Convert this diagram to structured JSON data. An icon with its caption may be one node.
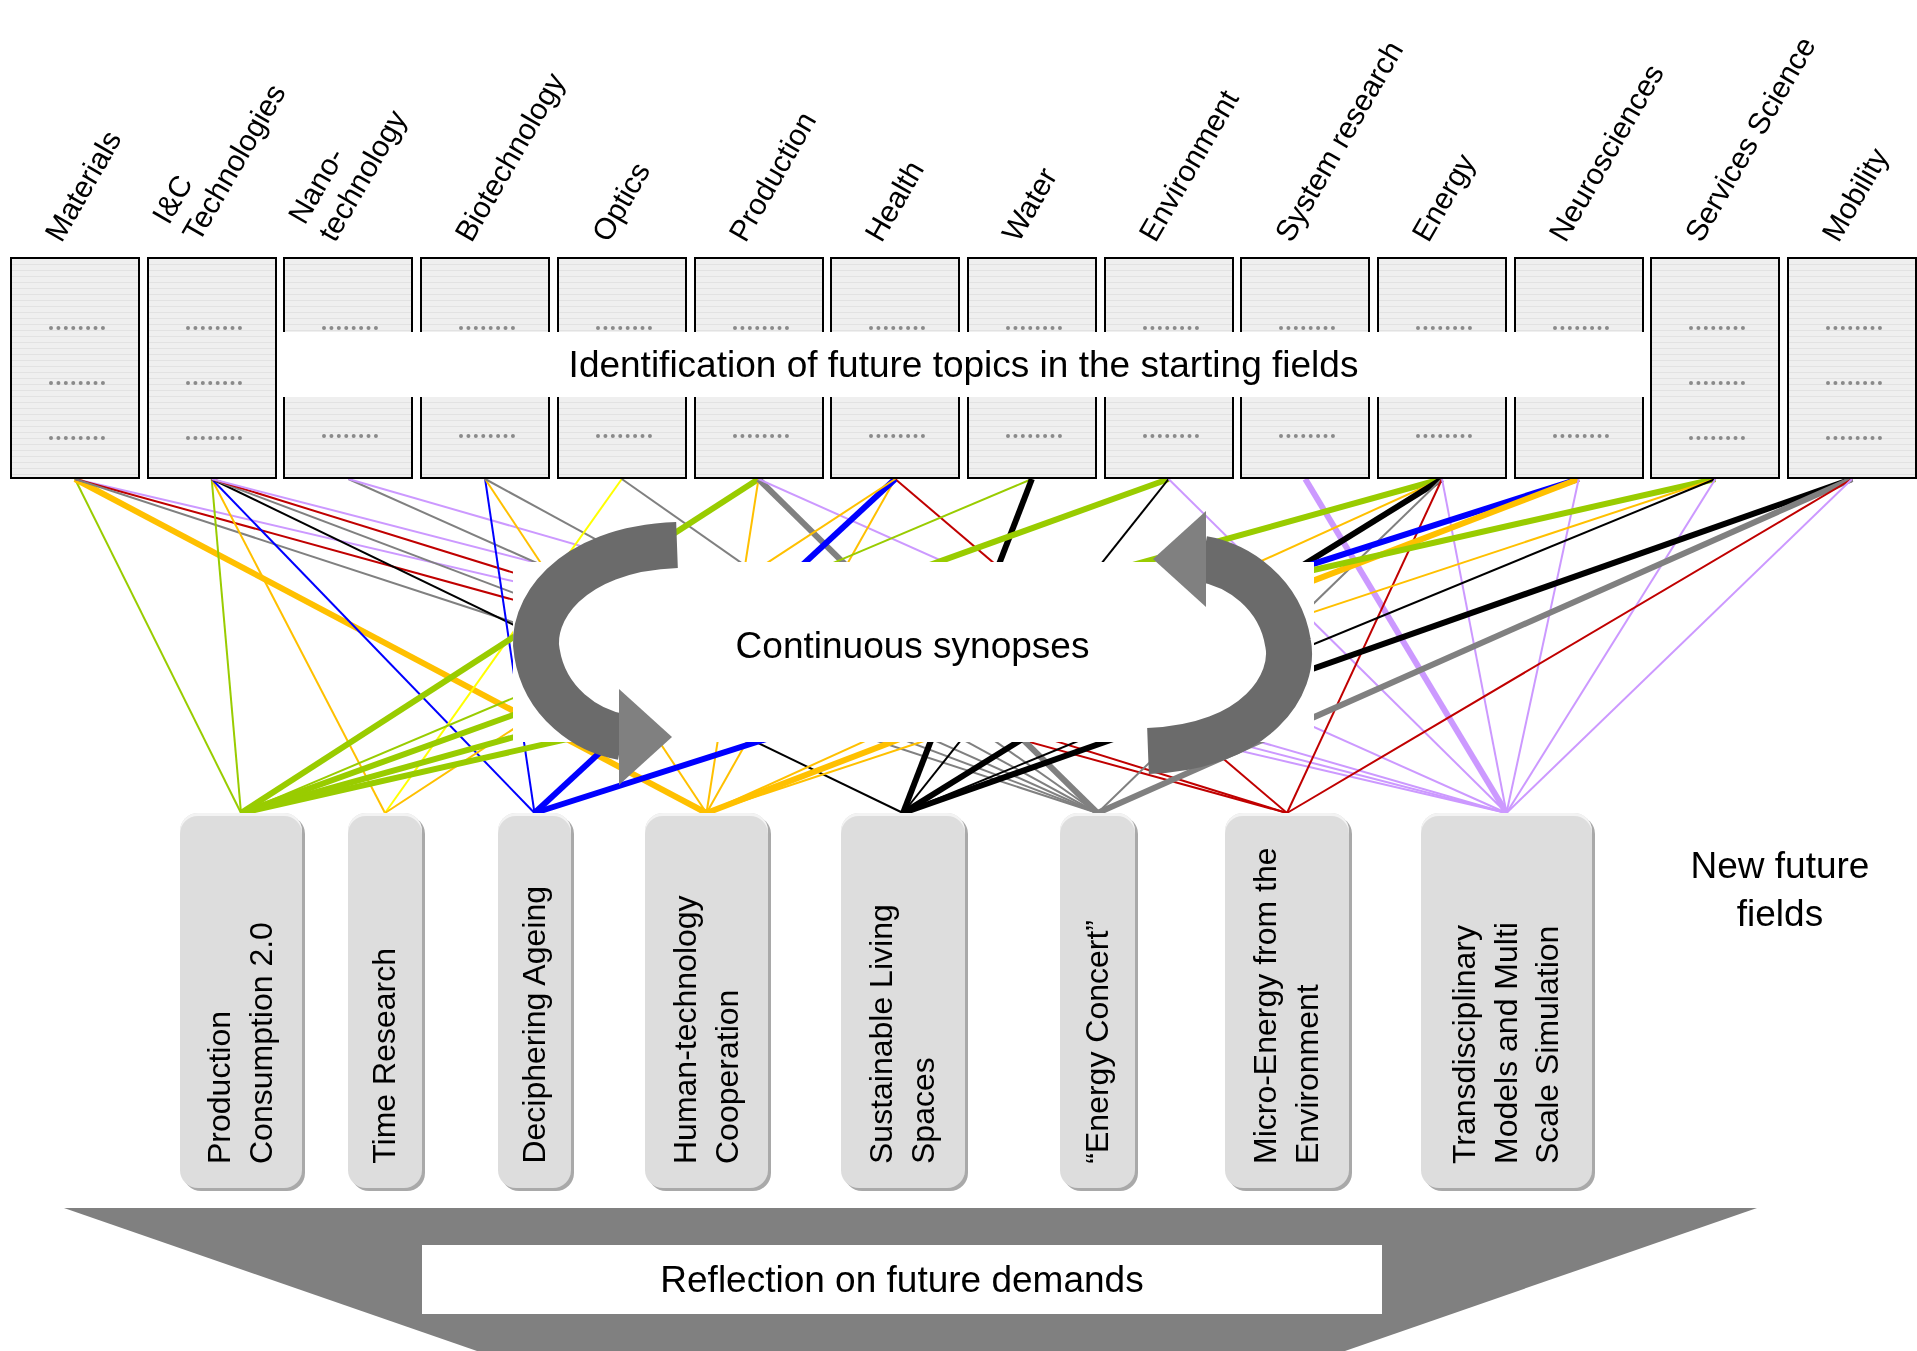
{
  "diagram": {
    "nodes": [
      {
        "text": [
          "Materials"
        ]
      },
      {
        "text": [
          "I&C Technologies"
        ]
      },
      {
        "text": [
          "Nano- technology"
        ]
      },
      {
        "text": [
          "Biotechnology"
        ]
      },
      {
        "text": [
          "Optics"
        ]
      },
      {
        "text": [
          "Production"
        ]
      },
      {
        "text": [
          "Health"
        ]
      },
      {
        "text": [
          "Water"
        ]
      },
      {
        "text": [
          "Environment"
        ]
      },
      {
        "text": [
          "System research"
        ]
      },
      {
        "text": [
          "Energy"
        ]
      },
      {
        "text": [
          "Neurosciences"
        ]
      },
      {
        "text": [
          "Services Science"
        ]
      },
      {
        "text": [
          "Mobility"
        ]
      },
      {
        "text": [
          "Identification of future topics in the starting fields"
        ]
      },
      {
        "text": [
          "Production Consumption 2.0"
        ]
      },
      {
        "text": [
          "Time Research"
        ]
      },
      {
        "text": [
          "Deciphering Ageing"
        ]
      },
      {
        "text": [
          "Human-technology Cooperation"
        ]
      },
      {
        "text": [
          "Sustainable Living Spaces"
        ]
      },
      {
        "text": [
          "“Energy Concert”"
        ]
      },
      {
        "text": [
          "Micro-Energy from the Environment"
        ]
      },
      {
        "text": [
          "Transdisciplinary Models and Multi Scale Simulation"
        ]
      },
      {
        "text": [
          "Reflection on future demands"
        ]
      }
    ],
    "edges": [
      {
        "from": 0,
        "to": 15,
        "arrow": "none",
        "color": "#99cc00"
      },
      {
        "from": 0,
        "to": 18,
        "arrow": "none",
        "color": "#ffc000",
        "style": "thick"
      },
      {
        "from": 0,
        "to": 22,
        "arrow": "none",
        "color": "#cc99ff"
      },
      {
        "from": 0,
        "to": 21,
        "arrow": "none",
        "color": "#c00000"
      },
      {
        "from": 0,
        "to": 20,
        "arrow": "none",
        "color": "#808080"
      },
      {
        "from": 1,
        "to": 15,
        "arrow": "none",
        "color": "#99cc00"
      },
      {
        "from": 1,
        "to": 16,
        "arrow": "none",
        "color": "#ffc000"
      },
      {
        "from": 1,
        "to": 17,
        "arrow": "none",
        "color": "#0000ff"
      },
      {
        "from": 1,
        "to": 19,
        "arrow": "none",
        "color": "#000000"
      },
      {
        "from": 1,
        "to": 20,
        "arrow": "none",
        "color": "#808080"
      },
      {
        "from": 1,
        "to": 21,
        "arrow": "none",
        "color": "#c00000"
      },
      {
        "from": 1,
        "to": 22,
        "arrow": "none",
        "color": "#cc99ff"
      },
      {
        "from": 2,
        "to": 20,
        "arrow": "none",
        "color": "#808080"
      },
      {
        "from": 2,
        "to": 22,
        "arrow": "none",
        "color": "#cc99ff"
      },
      {
        "from": 3,
        "to": 17,
        "arrow": "none",
        "color": "#0000ff"
      },
      {
        "from": 3,
        "to": 18,
        "arrow": "none",
        "color": "#ffc000"
      },
      {
        "from": 3,
        "to": 20,
        "arrow": "none",
        "color": "#808080"
      },
      {
        "from": 4,
        "to": 16,
        "arrow": "none",
        "color": "#ffff00"
      },
      {
        "from": 4,
        "to": 20,
        "arrow": "none",
        "color": "#808080"
      },
      {
        "from": 5,
        "to": 15,
        "arrow": "none",
        "color": "#99cc00",
        "style": "thick"
      },
      {
        "from": 5,
        "to": 18,
        "arrow": "none",
        "color": "#ffc000"
      },
      {
        "from": 5,
        "to": 20,
        "arrow": "none",
        "color": "#808080",
        "style": "thick"
      },
      {
        "from": 5,
        "to": 22,
        "arrow": "none",
        "color": "#cc99ff"
      },
      {
        "from": 6,
        "to": 21,
        "arrow": "none",
        "color": "#c00000"
      },
      {
        "from": 6,
        "to": 18,
        "arrow": "none",
        "color": "#ffc000"
      },
      {
        "from": 6,
        "to": 17,
        "arrow": "none",
        "color": "#0000ff",
        "style": "thick"
      },
      {
        "from": 6,
        "to": 16,
        "arrow": "none",
        "color": "#ffc000"
      },
      {
        "from": 7,
        "to": 15,
        "arrow": "none",
        "color": "#99cc00"
      },
      {
        "from": 7,
        "to": 19,
        "arrow": "none",
        "color": "#000000",
        "style": "thick"
      },
      {
        "from": 8,
        "to": 15,
        "arrow": "none",
        "color": "#99cc00",
        "style": "thick"
      },
      {
        "from": 8,
        "to": 19,
        "arrow": "none",
        "color": "#000000"
      },
      {
        "from": 8,
        "to": 22,
        "arrow": "none",
        "color": "#cc99ff"
      },
      {
        "from": 9,
        "to": 22,
        "arrow": "none",
        "color": "#cc99ff",
        "style": "thick"
      },
      {
        "from": 10,
        "to": 15,
        "arrow": "none",
        "color": "#99cc00",
        "style": "thick"
      },
      {
        "from": 10,
        "to": 18,
        "arrow": "none",
        "color": "#ffc000"
      },
      {
        "from": 10,
        "to": 19,
        "arrow": "none",
        "color": "#000000",
        "style": "thick"
      },
      {
        "from": 10,
        "to": 20,
        "arrow": "none",
        "color": "#808080"
      },
      {
        "from": 10,
        "to": 21,
        "arrow": "none",
        "color": "#c00000"
      },
      {
        "from": 10,
        "to": 22,
        "arrow": "none",
        "color": "#cc99ff"
      },
      {
        "from": 11,
        "to": 17,
        "arrow": "none",
        "color": "#0000ff",
        "style": "thick"
      },
      {
        "from": 11,
        "to": 18,
        "arrow": "none",
        "color": "#ffc000",
        "style": "thick"
      },
      {
        "from": 11,
        "to": 22,
        "arrow": "none",
        "color": "#cc99ff"
      },
      {
        "from": 12,
        "to": 15,
        "arrow": "none",
        "color": "#99cc00",
        "style": "thick"
      },
      {
        "from": 12,
        "to": 18,
        "arrow": "none",
        "color": "#ffc000"
      },
      {
        "from": 12,
        "to": 19,
        "arrow": "none",
        "color": "#000000"
      },
      {
        "from": 12,
        "to": 22,
        "arrow": "none",
        "color": "#cc99ff"
      },
      {
        "from": 13,
        "to": 19,
        "arrow": "none",
        "color": "#000000",
        "style": "thick"
      },
      {
        "from": 13,
        "to": 20,
        "arrow": "none",
        "color": "#808080",
        "style": "thick"
      },
      {
        "from": 13,
        "to": 21,
        "arrow": "none",
        "color": "#c00000"
      },
      {
        "from": 13,
        "to": 22,
        "arrow": "none",
        "color": "#cc99ff"
      }
    ],
    "labels": [
      "Continuous synopses",
      "New future fields"
    ]
  }
}
